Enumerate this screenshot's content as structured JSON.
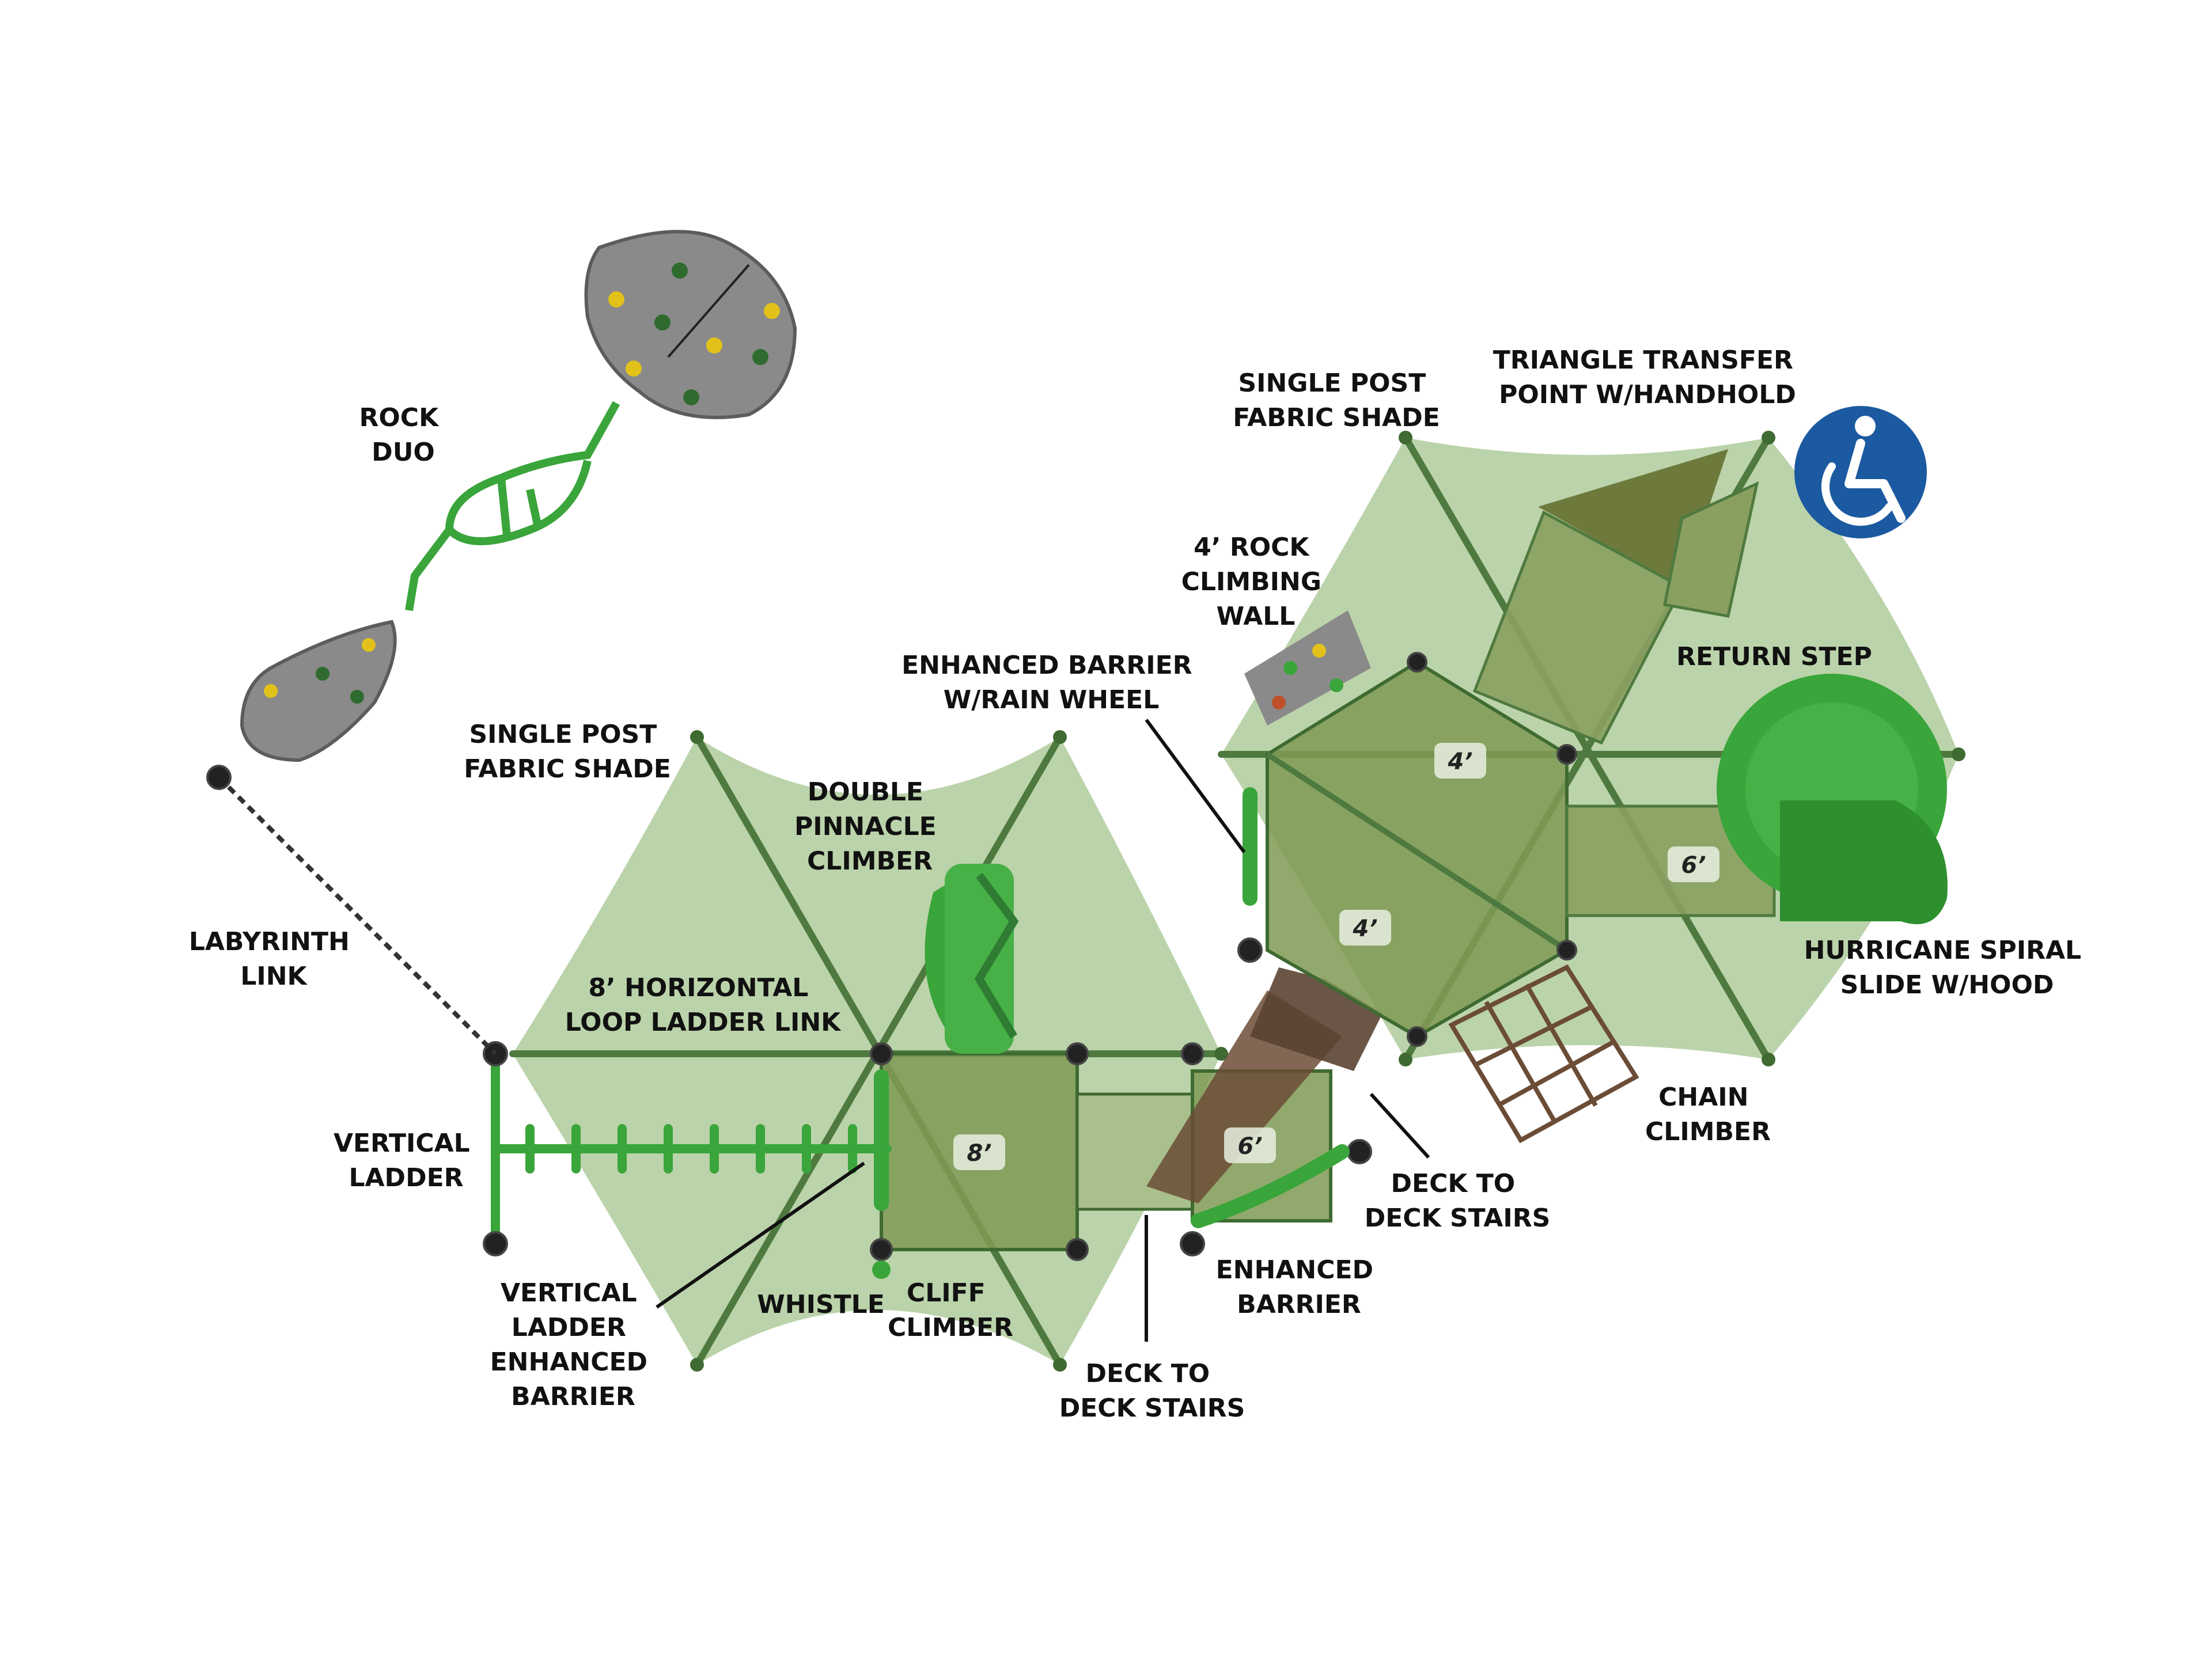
{
  "colors": {
    "shade": "#b5cfa3",
    "shade_edge": "#a7c492",
    "shade_pole": "#4f7a3f",
    "green_bright": "#3aa53a",
    "green_dark": "#2e7d32",
    "deck": "#7f9a55",
    "deck_dark": "#5f7a3c",
    "stair": "#5a4232",
    "rock": "#8a8a8a",
    "rock_dark": "#5c5c5c",
    "hold_yellow": "#e2c21a",
    "hold_green": "#2f6b2f",
    "access_blue": "#1b5aa0",
    "leader": "#111111"
  },
  "icons": {
    "accessibility": "wheelchair-icon"
  },
  "labels": {
    "rock_duo": [
      "ROCK",
      "DUO"
    ],
    "labyrinth_link": [
      "LABYRINTH",
      "LINK"
    ],
    "shade_left": [
      "SINGLE POST",
      "FABRIC SHADE"
    ],
    "double_pinnacle": [
      "DOUBLE",
      "PINNACLE",
      "CLIMBER"
    ],
    "loop_ladder": [
      "8’ HORIZONTAL",
      "LOOP LADDER LINK"
    ],
    "vertical_ladder": [
      "VERTICAL",
      "LADDER"
    ],
    "vl_enhanced_barrier": [
      "VERTICAL",
      "LADDER",
      "ENHANCED",
      "BARRIER"
    ],
    "whistle": [
      "WHISTLE"
    ],
    "cliff_climber": [
      "CLIFF",
      "CLIMBER"
    ],
    "deck_stairs_bottom": [
      "DECK TO",
      "DECK STAIRS"
    ],
    "enhanced_barrier": [
      "ENHANCED",
      "BARRIER"
    ],
    "deck_stairs_right": [
      "DECK TO",
      "DECK STAIRS"
    ],
    "chain_climber": [
      "CHAIN",
      "CLIMBER"
    ],
    "hurricane_slide": [
      "HURRICANE SPIRAL",
      "SLIDE W/HOOD"
    ],
    "return_step": [
      "RETURN STEP"
    ],
    "triangle_transfer": [
      "TRIANGLE TRANSFER",
      "POINT W/HANDHOLD"
    ],
    "shade_right": [
      "SINGLE POST",
      "FABRIC SHADE"
    ],
    "rock_wall": [
      "4’ ROCK",
      "CLIMBING",
      "WALL"
    ],
    "rain_wheel_barrier": [
      "ENHANCED BARRIER",
      "W/RAIN WHEEL"
    ]
  },
  "deck_heights": {
    "deck_8": "8’",
    "deck_6_mid": "6’",
    "deck_4_top": "4’",
    "deck_4_mid": "4’",
    "deck_6_right": "6’"
  }
}
